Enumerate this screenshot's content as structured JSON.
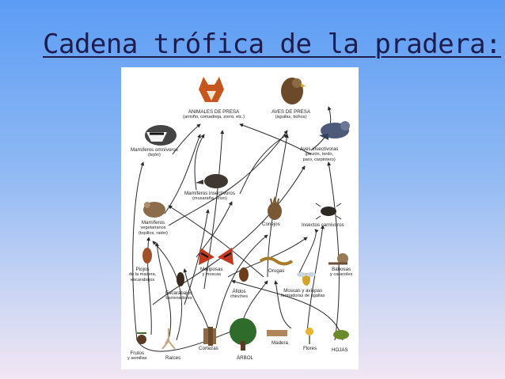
{
  "slide": {
    "title": "Cadena trófica de la pradera:"
  },
  "diagram": {
    "labels": {
      "animales_presa": "ANIMALES DE PRESA",
      "animales_presa_sub": "(armiño, comadreja, zorro, etc.)",
      "aves_presa": "AVES DE PRESA",
      "aves_presa_sub": "(águilas, búhos)",
      "mamiferos_omnivoros": "Mamíferos omnívoros",
      "mamiferos_omnivoros_sub": "(tejón)",
      "aves_insectivoras": "Aves insectívoras",
      "aves_insectivoras_sub1": "(pinzón, tordo,",
      "aves_insectivoras_sub2": "paro, carpintero)",
      "mamiferos_insectivoros": "Mamíferos insectívoros",
      "mamiferos_insectivoros_sub": "(musaraña, erizo)",
      "mamiferos_vegetarianos1": "Mamíferos",
      "mamiferos_vegetarianos2": "vegetarianos",
      "mamiferos_vegetarianos_sub": "(topillos, ratón)",
      "conejos": "Conejos",
      "insectos_carnivoros": "Insectos carnívoros",
      "piojos1": "Piojos",
      "piojos2": "de la madera,",
      "piojos3": "escarabajos",
      "mariposas1": "Mariposas",
      "mariposas2": "y moscas",
      "orugas": "Orugas",
      "babosas1": "Babosas",
      "babosas2": "y caracoles",
      "escarabajos1": "Escarabajos",
      "escarabajos2": "barrenadores",
      "afidos1": "Áfidos",
      "afidos2": "chinches",
      "moscas_avispas1": "Moscas y avispas",
      "moscas_avispas2": "formadoras de agallas",
      "frutos1": "Frutos",
      "frutos2": "y semillas",
      "raices": "Raíces",
      "cortezas": "Cortezas",
      "madera": "Madera",
      "arbol": "ÁRBOL",
      "flores": "Flores",
      "hojas": "HOJAS"
    }
  },
  "colors": {
    "title": "#1c1d4e",
    "arrow": "#2a2a2a",
    "tree_green": "#2f6b2a"
  }
}
